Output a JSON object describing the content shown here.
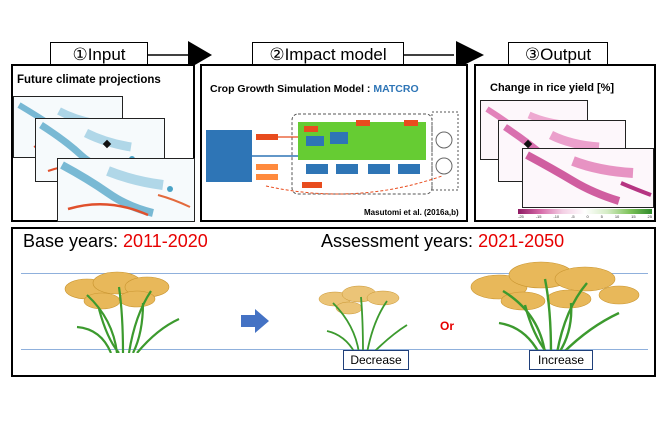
{
  "steps": {
    "input": "①Input",
    "impact": "②Impact model",
    "output": "③Output"
  },
  "input_panel": {
    "title": "Future climate projections"
  },
  "impact_panel": {
    "title_prefix": "Crop Growth Simulation Model : ",
    "title_model": "MATCRO",
    "citation": "Masutomi et al. (2016a,b)"
  },
  "output_panel": {
    "title": "Change in rice yield [%]",
    "colorbar_ticks": [
      "-25",
      "-15",
      "-10",
      "-5",
      "0",
      "5",
      "10",
      "15",
      "25"
    ]
  },
  "bottom": {
    "base_label": "Base years: ",
    "base_years": "2011-2020",
    "assess_label": "Assessment years: ",
    "assess_years": "2021-2050",
    "or_text": "Or",
    "decrease_label": "Decrease",
    "increase_label": "Increase"
  },
  "colors": {
    "accent_red": "#e60000",
    "arrow_blue": "#4472c4",
    "line_blue": "#8fb0dc",
    "model_green": "#66cc33",
    "model_blue": "#2e75b6",
    "model_orange": "#ff6600"
  }
}
